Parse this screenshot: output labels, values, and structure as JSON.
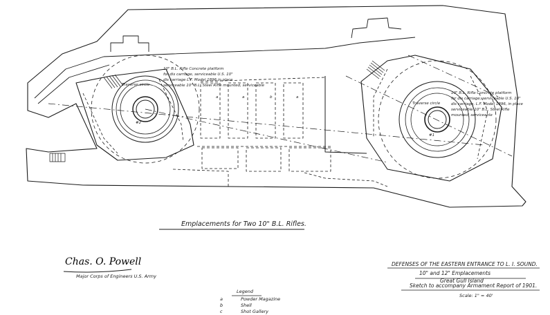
{
  "labels": {
    "caption": "Emplacements for Two 10\" B.L. Rifles.",
    "emp2_note_lines": [
      "10\" B.L. Rifle  Concrete platform",
      "for dis carriage, serviceable U.S. 10\"",
      "dis carriage L.F. Model 1896 in place",
      "serviceable 10\" B.L. Steel Rifle mounted, serviceable"
    ],
    "emp1_note_lines": [
      "10\" B.L. Rifle  Concrete platform",
      "for dis carriage, serviceable U.S. 10\"",
      "dis carriage, L.F. Model 1896, in place",
      "serviceable 10\" B.L. Steel Rifle",
      "mounted, serviceable"
    ],
    "traverse_circle_left": "Traverse circle",
    "traverse_circle_right": "Traverse circle",
    "emp_num_left": "#2",
    "emp_num_right": "#1",
    "room_letters": [
      "a",
      "a",
      "b",
      "a"
    ]
  },
  "signature": {
    "name": "Chas. O. Powell",
    "title": "Major Corps of Engineers  U.S. Army"
  },
  "title_block": {
    "line1": "DEFENSES OF THE EASTERN ENTRANCE TO L. I. SOUND.",
    "line2": "10\" and 12\" Emplacements",
    "line3": "Great Gull Island",
    "line4": "Sketch to accompany Armament Report of 1901.",
    "line5": "Scale: 1\" = 40'"
  },
  "legend": {
    "title": "Legend",
    "items": [
      {
        "key": "a",
        "label": "Powder Magazine"
      },
      {
        "key": "b",
        "label": "Shell"
      },
      {
        "key": "c",
        "label": "Shot Gallery"
      }
    ]
  }
}
